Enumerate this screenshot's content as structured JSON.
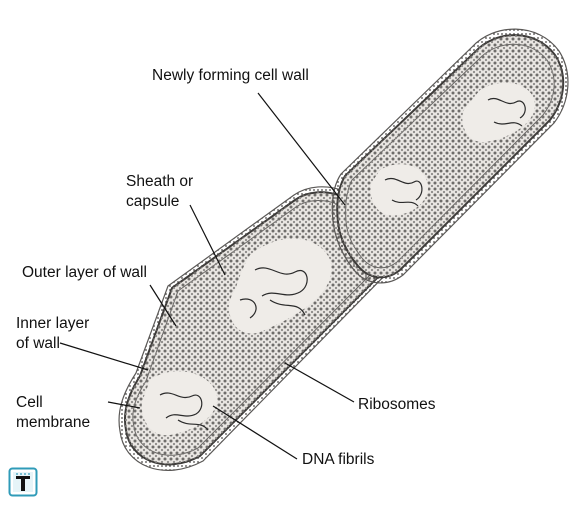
{
  "labels": {
    "newly_forming_cell_wall": "Newly forming cell wall",
    "sheath_line1": "Sheath or",
    "sheath_line2": "capsule",
    "outer_layer": "Outer layer of wall",
    "inner_layer_line1": "Inner layer",
    "inner_layer_line2": "of wall",
    "cell_membrane_line1": "Cell",
    "cell_membrane_line2": "membrane",
    "ribosomes": "Ribosomes",
    "dna_fibrils": "DNA fibrils"
  },
  "icon": {
    "name": "text-tool-icon"
  },
  "colors": {
    "cell_fill": "#e9e6e2",
    "ribosome": "#6f6d6b",
    "capsule": "#5a5856",
    "dna": "#2a2a2a",
    "icon_accent": "#2f9bb8"
  }
}
